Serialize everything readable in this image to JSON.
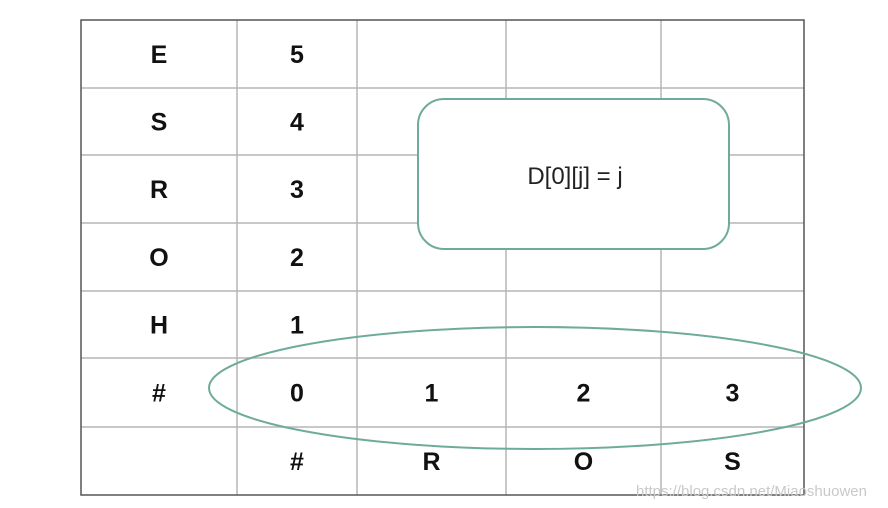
{
  "grid": {
    "rows": [
      [
        "E",
        "5",
        "",
        "",
        ""
      ],
      [
        "S",
        "4",
        "",
        "",
        ""
      ],
      [
        "R",
        "3",
        "",
        "",
        ""
      ],
      [
        "O",
        "2",
        "",
        "",
        ""
      ],
      [
        "H",
        "1",
        "",
        "",
        ""
      ],
      [
        "#",
        "0",
        "1",
        "2",
        "3"
      ],
      [
        "",
        "#",
        "R",
        "O",
        "S"
      ]
    ]
  },
  "callout": {
    "text": "D[0][j] = j"
  },
  "highlight": {
    "row_index": 5
  },
  "watermark": {
    "text": "https://blog.csdn.net/Miaoshuowen"
  },
  "colors": {
    "grid_line": "#b5b5b5",
    "border": "#555555",
    "accent": "#6fab9c",
    "text": "#111111"
  }
}
